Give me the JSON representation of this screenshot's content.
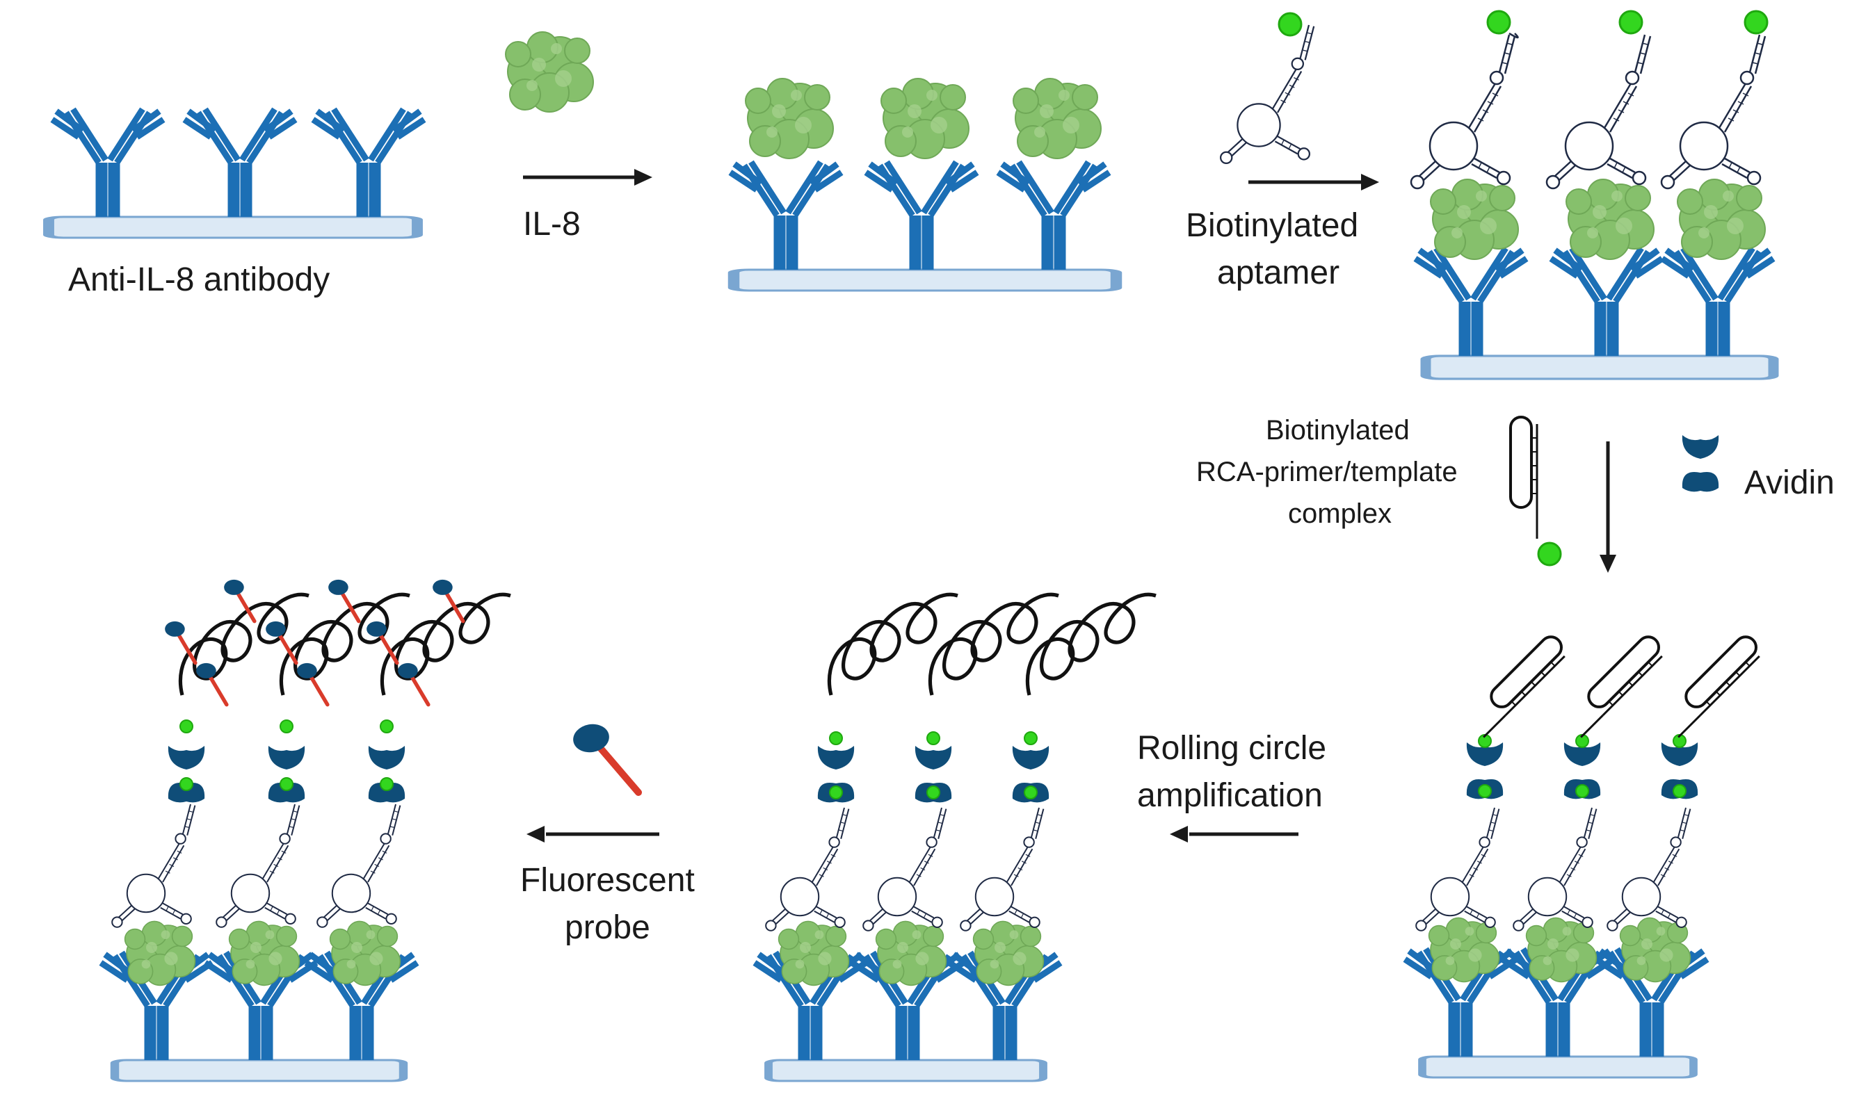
{
  "labels": {
    "antibody": "Anti-IL-8 antibody",
    "il8": "IL-8",
    "aptamer_line1": "Biotinylated",
    "aptamer_line2": "aptamer",
    "rca_line1": "Biotinylated",
    "rca_line2": "RCA-primer/template",
    "rca_line3": "complex",
    "avidin": "Avidin",
    "rolling_line1": "Rolling circle",
    "rolling_line2": "amplification",
    "probe_line1": "Fluorescent",
    "probe_line2": "probe"
  },
  "colors": {
    "antibody": "#1c6fb5",
    "substrate_fill": "#dce9f5",
    "substrate_stroke": "#7aa6d1",
    "protein": "#86c06c",
    "biotin": "#33d61f",
    "avidin": "#0f4d78",
    "probe_stem": "#d93b2b",
    "arrow": "#1a1a1a"
  },
  "icons": [
    "antibody-icon",
    "il8-protein-icon",
    "aptamer-icon",
    "biotin-icon",
    "avidin-icon",
    "rca-complex-icon",
    "dna-coil-icon",
    "fluorescent-probe-icon",
    "arrow-icon"
  ]
}
